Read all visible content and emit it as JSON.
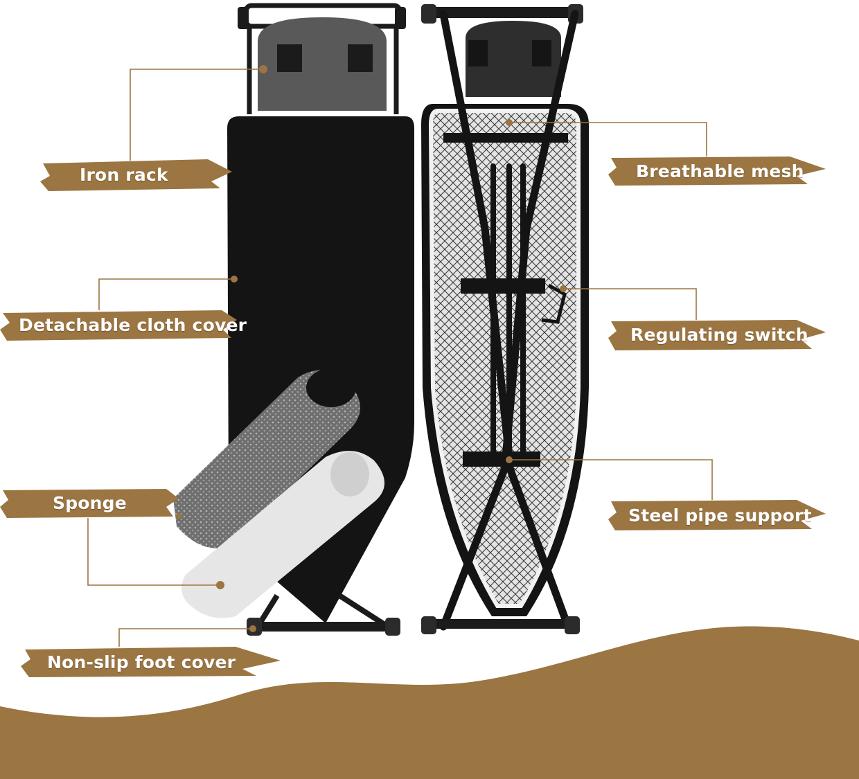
{
  "colors": {
    "accent": "#9b7542",
    "board_dark": "#141414",
    "frame": "#1b1b1b",
    "mesh_fill": "#dcdcdc",
    "sponge": "#7d7d7d",
    "felt": "#e6e6e6"
  },
  "callouts": [
    {
      "id": "iron-rack",
      "text": "Iron rack"
    },
    {
      "id": "detachable-cloth-cover",
      "text": "Detachable cloth cover"
    },
    {
      "id": "sponge",
      "text": "Sponge"
    },
    {
      "id": "non-slip-foot-cover",
      "text": "Non-slip foot cover"
    },
    {
      "id": "breathable-mesh",
      "text": "Breathable mesh"
    },
    {
      "id": "regulating-switch",
      "text": "Regulating switch"
    },
    {
      "id": "steel-pipe-support",
      "text": "Steel pipe support"
    }
  ]
}
